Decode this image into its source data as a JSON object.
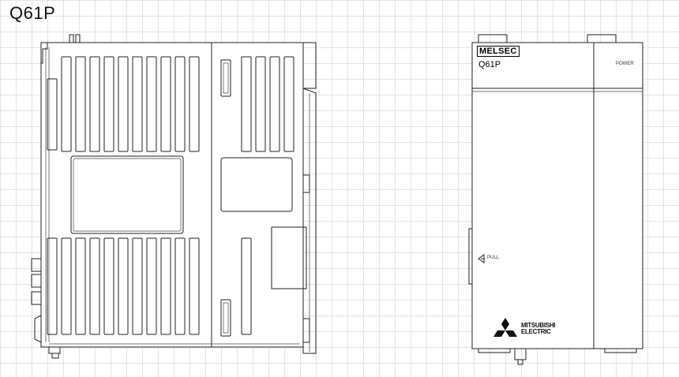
{
  "title": "Q61P",
  "front_view": {
    "brand_label": "MELSEC",
    "model_label": "Q61P",
    "led_label": "POWER",
    "pull_label": "PULL",
    "maker_label_line1": "MITSUBISHI",
    "maker_label_line2": "ELECTRIC"
  }
}
